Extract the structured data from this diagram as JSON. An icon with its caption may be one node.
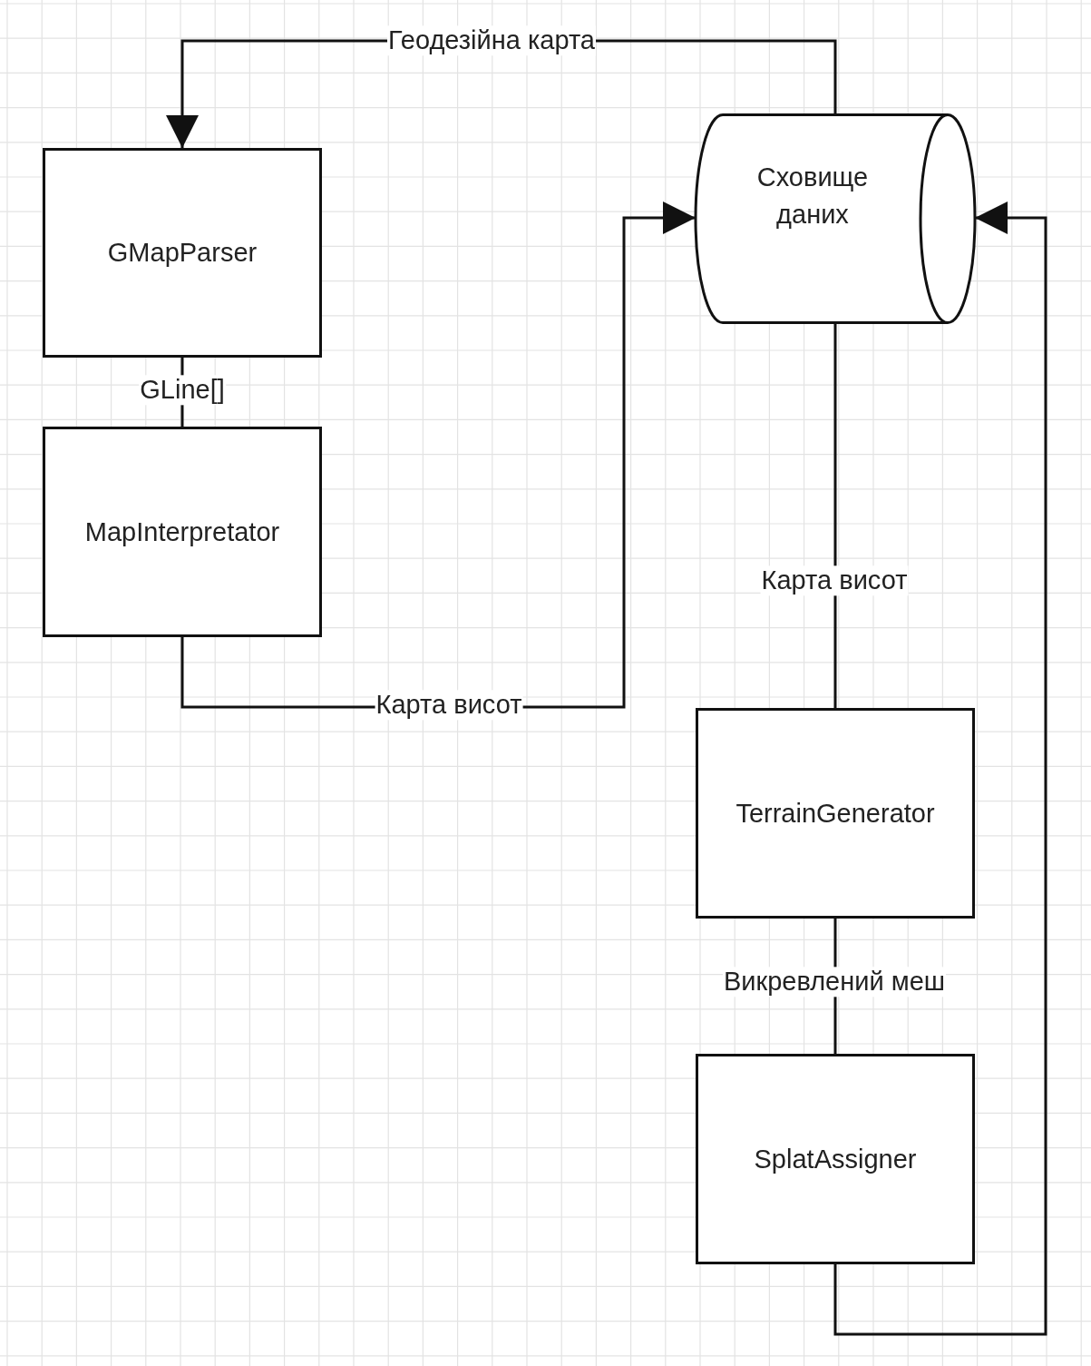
{
  "diagram": {
    "nodes": [
      {
        "text": [
          "GMapParser"
        ]
      },
      {
        "text": [
          "MapInterpretator"
        ]
      },
      {
        "text": [
          "Сховище даних"
        ]
      },
      {
        "text": [
          "TerrainGenerator"
        ]
      },
      {
        "text": [
          "SplatAssigner"
        ]
      }
    ],
    "edges": [
      {
        "from": 2,
        "to": 0,
        "arrow": "to",
        "label": "Геодезійна карта"
      },
      {
        "from": 0,
        "to": 1,
        "arrow": "none",
        "label": "GLine[]"
      },
      {
        "from": 1,
        "to": 2,
        "arrow": "to",
        "label": "Карта висот"
      },
      {
        "from": 2,
        "to": 3,
        "arrow": "none",
        "label": "Карта висот"
      },
      {
        "from": 3,
        "to": 4,
        "arrow": "none",
        "label": "Викревлений меш"
      },
      {
        "from": 4,
        "to": 2,
        "arrow": "to"
      }
    ]
  }
}
